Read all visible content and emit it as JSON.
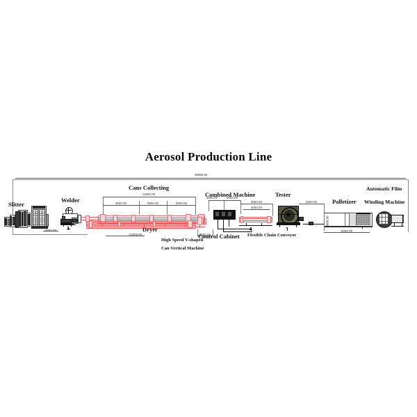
{
  "drawing": {
    "title": "Aerosol Production Line",
    "overall_dimension": "49585.00"
  },
  "stations": [
    {
      "id": "slitter",
      "label": "Slitter",
      "dimension": "2500.00"
    },
    {
      "id": "welder",
      "label": "Welder",
      "dimension": ""
    },
    {
      "id": "cans-collecting",
      "label": "Cans Collecting",
      "dimension": "11500.00"
    },
    {
      "id": "dryer",
      "label": "Dryer",
      "dimension": "10000.00"
    },
    {
      "id": "hsv",
      "label": "High Speed V-shaped",
      "label2": "Can Vertical Machine",
      "dimension": "3000.00"
    },
    {
      "id": "control-cabinet",
      "label": "Control Cabinet",
      "dimension": ""
    },
    {
      "id": "combined",
      "label": "Combined Machine",
      "dimension": "2000.00"
    },
    {
      "id": "flexible-chain",
      "label": "Flexible Chain Conveyor",
      "dimension": ""
    },
    {
      "id": "tester",
      "label": "Tester",
      "dimension": "2500.00"
    },
    {
      "id": "palletizer",
      "label": "Palletizer",
      "dimension": "6000.00"
    },
    {
      "id": "film-winding",
      "label": "Automatic Film",
      "label2": "Winding Machine",
      "dimension": ""
    }
  ],
  "dimensions": {
    "overall": "49585.00",
    "slitter": "2500.00",
    "cans_collecting_total": "11500.00",
    "cans_seg_1": "4500.00",
    "cans_seg_2": "3500.00",
    "cans_seg_3": "3500.00",
    "dryer": "10000.00",
    "hsv_machine": "3000.00",
    "combined_left": "2000.00",
    "combined_right": "2000.00",
    "conveyor_6000": "6000.00",
    "conveyor_4000": "4000.00",
    "tester": "2500.00",
    "palletizer": "6000.00",
    "palletizer_vertical": "3000.00"
  },
  "colors": {
    "conveyor_red": "#e25b5b",
    "conveyor_fill": "#f4b3b3",
    "machine_dark": "#3a3a3a",
    "frame": "#8a8a8a",
    "text": "#111111"
  }
}
